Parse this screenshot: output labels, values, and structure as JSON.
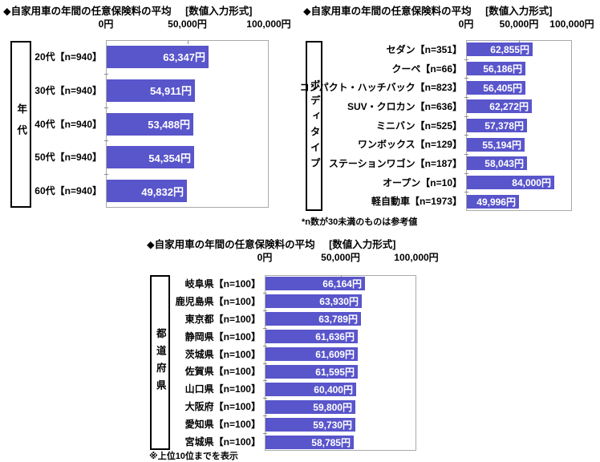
{
  "colors": {
    "bar_fill": "#5955cb",
    "bar_value_text": "#ffffff",
    "plot_border": "#a9a9a9",
    "tick": "#8c8c8c",
    "text": "#000000"
  },
  "chart_data": [
    {
      "type": "bar",
      "title": "◆自家用車の年間の任意保険料の平均",
      "format_label": "[数値入力形式]",
      "group_label": "年代",
      "axis_ticks": [
        "0円",
        "50,000円",
        "100,000円"
      ],
      "xlim": [
        0,
        100000
      ],
      "grid": false,
      "categories": [
        "20代【n=940】",
        "30代【n=940】",
        "40代【n=940】",
        "50代【n=940】",
        "60代【n=940】"
      ],
      "values": [
        63347,
        54911,
        53488,
        54354,
        49832
      ],
      "value_labels": [
        "63,347円",
        "54,911円",
        "53,488円",
        "54,354円",
        "49,832円"
      ],
      "footnote": ""
    },
    {
      "type": "bar",
      "title": "◆自家用車の年間の任意保険料の平均",
      "format_label": "[数値入力形式]",
      "group_label": "ボディタイプ",
      "axis_ticks": [
        "0円",
        "50,000円",
        "100,000円"
      ],
      "xlim": [
        0,
        100000
      ],
      "grid": false,
      "categories": [
        "セダン【n=351】",
        "クーペ【n=66】",
        "コンパクト・ハッチバック【n=823】",
        "SUV・クロカン【n=636】",
        "ミニバン【n=525】",
        "ワンボックス【n=129】",
        "ステーションワゴン【n=187】",
        "オープン【n=10】",
        "軽自動車【n=1973】"
      ],
      "values": [
        62855,
        56186,
        56405,
        62272,
        57378,
        55194,
        58043,
        84000,
        49996
      ],
      "value_labels": [
        "62,855円",
        "56,186円",
        "56,405円",
        "62,272円",
        "57,378円",
        "55,194円",
        "58,043円",
        "84,000円",
        "49,996円"
      ],
      "footnote": "*n数が30未満のものは参考値"
    },
    {
      "type": "bar",
      "title": "◆自家用車の年間の任意保険料の平均",
      "format_label": "[数値入力形式]",
      "group_label": "都道府県",
      "axis_ticks": [
        "0円",
        "50,000円",
        "100,000円"
      ],
      "xlim": [
        0,
        100000
      ],
      "grid": false,
      "categories": [
        "岐阜県【n=100】",
        "鹿児島県【n=100】",
        "東京都【n=100】",
        "静岡県【n=100】",
        "茨城県【n=100】",
        "佐賀県【n=100】",
        "山口県【n=100】",
        "大阪府【n=100】",
        "愛知県【n=100】",
        "宮城県【n=100】"
      ],
      "values": [
        66164,
        63930,
        63789,
        61636,
        61609,
        61595,
        60400,
        59800,
        59730,
        58785
      ],
      "value_labels": [
        "66,164円",
        "63,930円",
        "63,789円",
        "61,636円",
        "61,609円",
        "61,595円",
        "60,400円",
        "59,800円",
        "59,730円",
        "58,785円"
      ],
      "footnote": "※上位10位までを表示"
    }
  ]
}
